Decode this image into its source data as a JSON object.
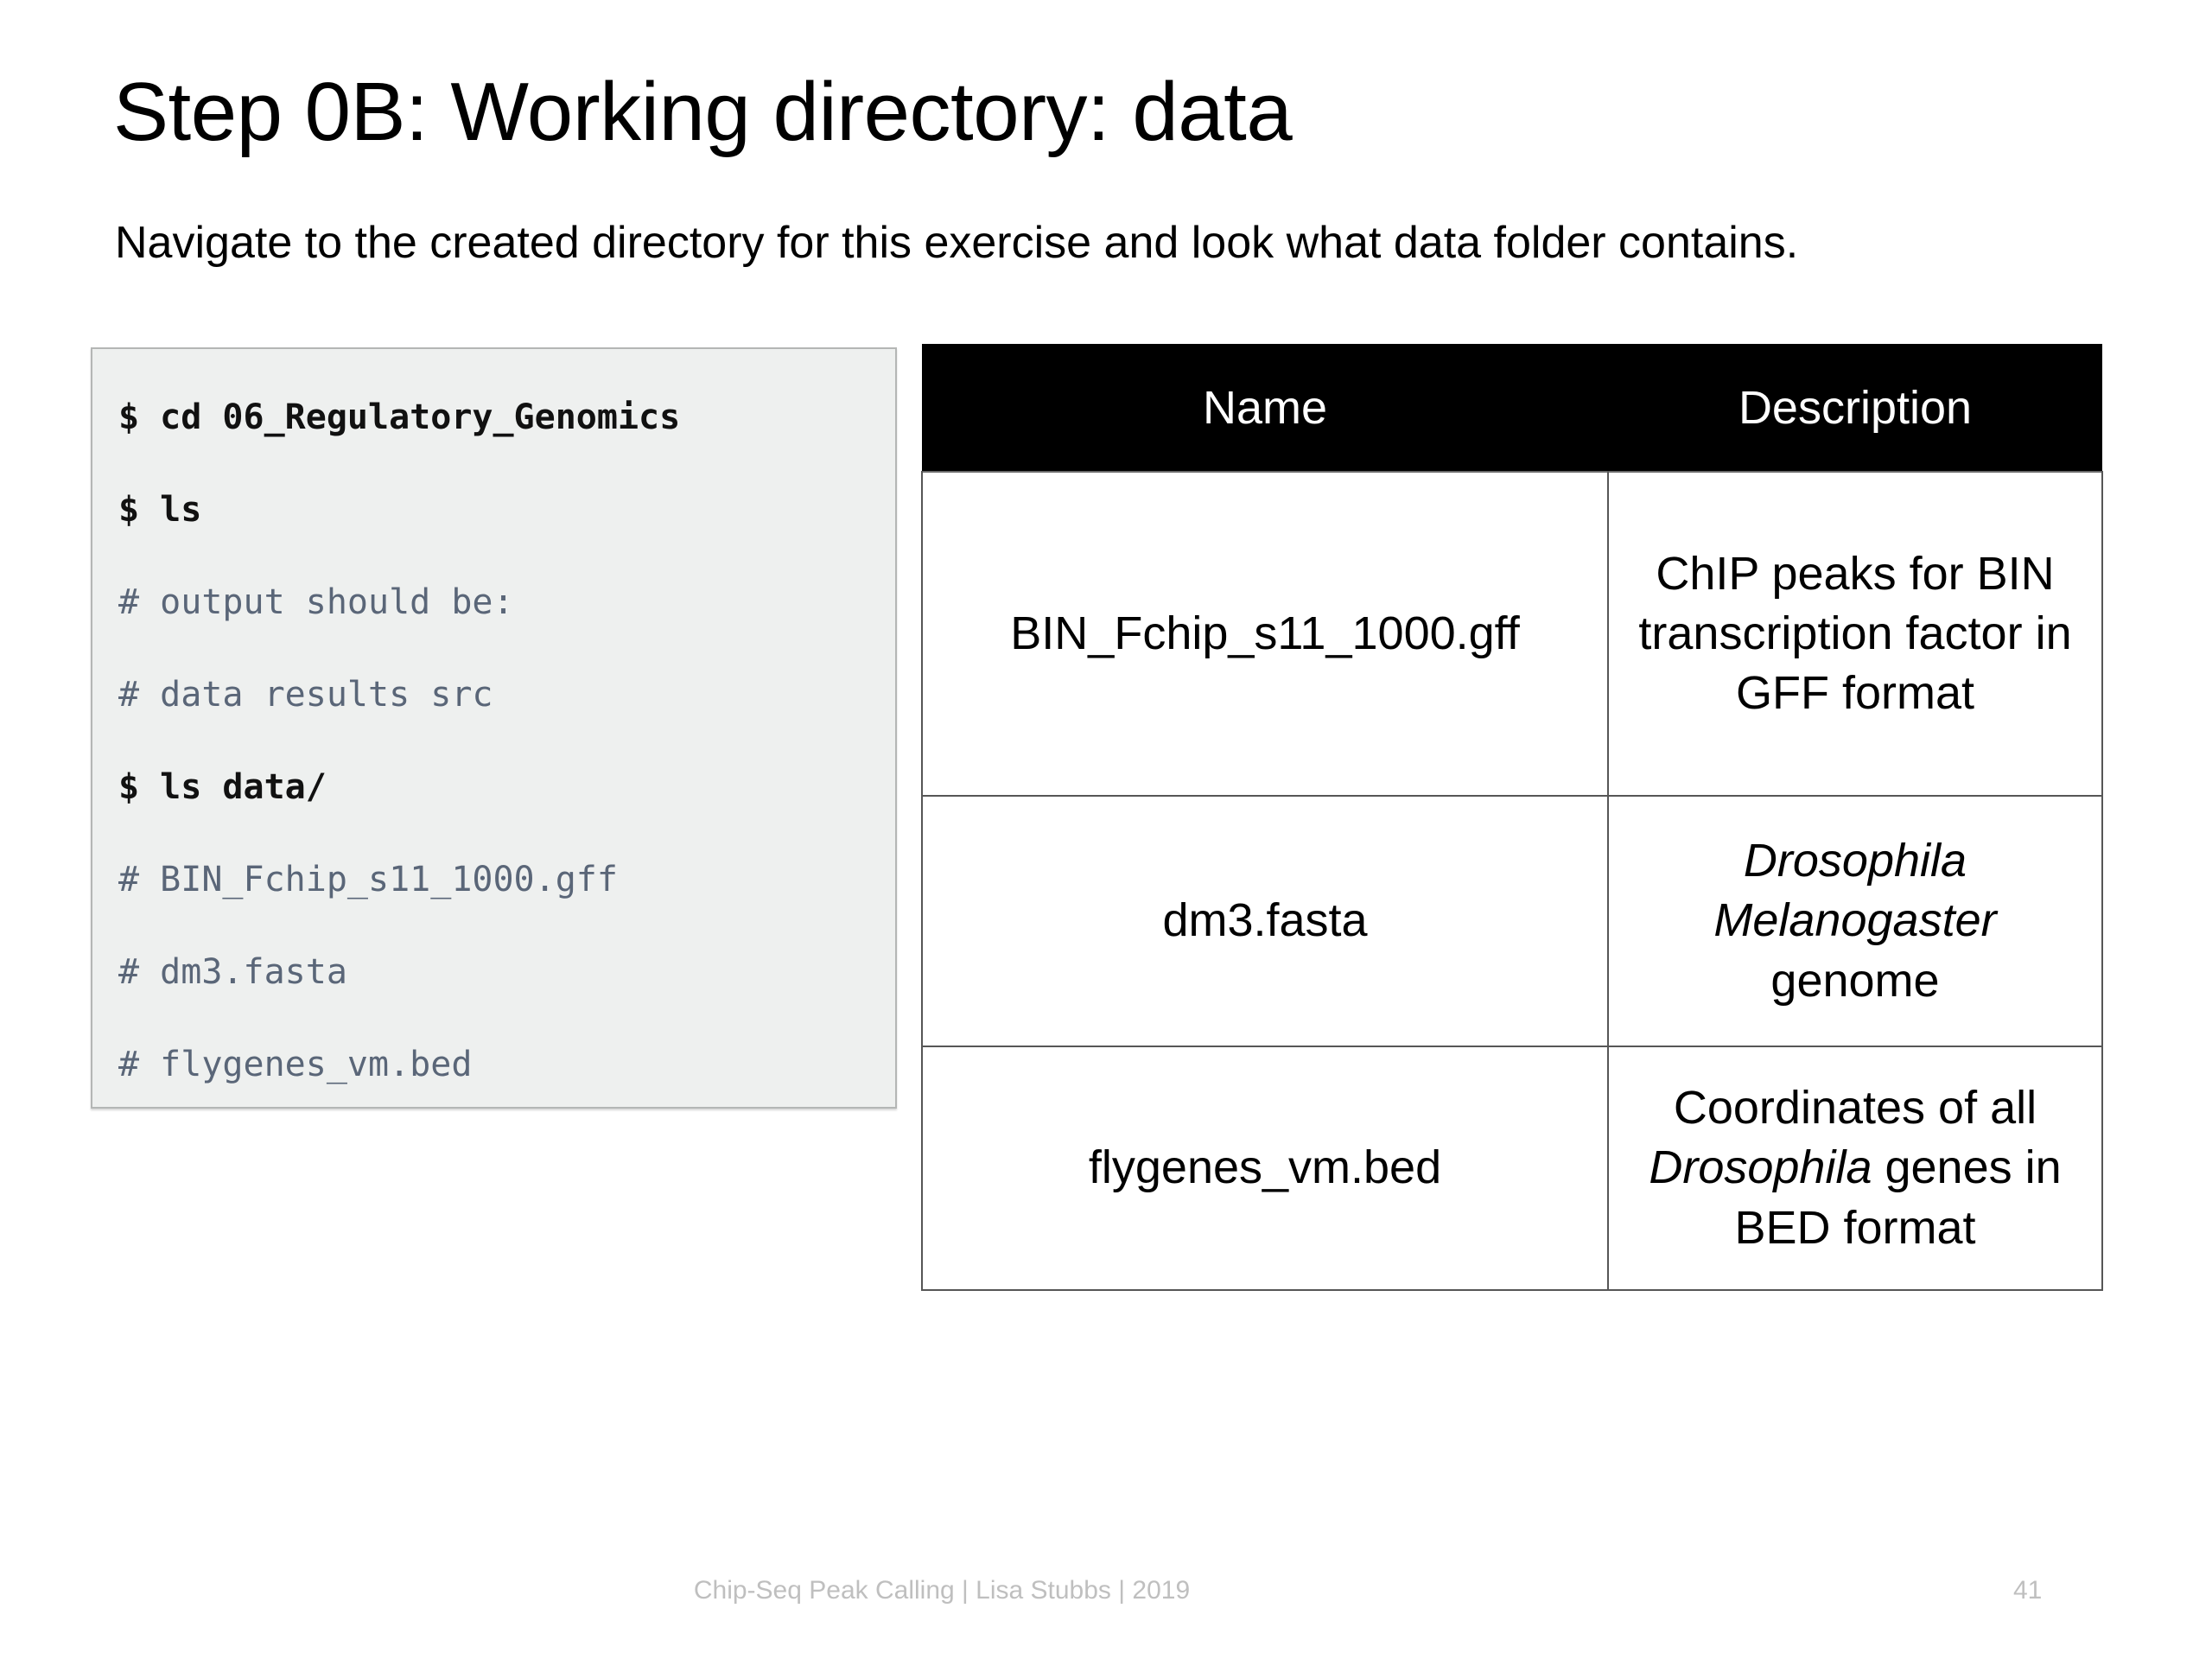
{
  "slide": {
    "title": "Step 0B: Working directory: data",
    "subtitle": "Navigate to the created directory for this exercise and look what data folder contains."
  },
  "code_panel": {
    "lines": [
      {
        "kind": "cmd",
        "text": "$ cd 06_Regulatory_Genomics"
      },
      {
        "kind": "cmd",
        "text": "$ ls"
      },
      {
        "kind": "comment",
        "text": "# output should be:"
      },
      {
        "kind": "comment",
        "text": "# data results src"
      },
      {
        "kind": "cmd",
        "text": "$ ls data/"
      },
      {
        "kind": "comment",
        "text": "# BIN_Fchip_s11_1000.gff"
      },
      {
        "kind": "comment",
        "text": "# dm3.fasta"
      },
      {
        "kind": "comment",
        "text": "# flygenes_vm.bed"
      }
    ],
    "background_color": "#eef0ef",
    "command_color": "#111111",
    "comment_color": "#5a6678"
  },
  "file_table": {
    "header_background": "#000000",
    "header_color": "#ffffff",
    "columns": [
      "Name",
      "Description"
    ],
    "rows": [
      {
        "name": "BIN_Fchip_s11_1000.gff",
        "description_parts": [
          {
            "text": "ChIP peaks for BIN transcription factor in GFF format",
            "italic": false
          }
        ]
      },
      {
        "name": "dm3.fasta",
        "description_parts": [
          {
            "text": "Drosophila Melanogaster",
            "italic": true
          },
          {
            "text": " genome",
            "italic": false
          }
        ]
      },
      {
        "name": "flygenes_vm.bed",
        "description_parts": [
          {
            "text": "Coordinates of all ",
            "italic": false
          },
          {
            "text": "Drosophila",
            "italic": true
          },
          {
            "text": " genes in BED format",
            "italic": false
          }
        ]
      }
    ]
  },
  "footer": {
    "note": "Chip-Seq Peak Calling | Lisa Stubbs | 2019",
    "page_number": "41",
    "color": "#bfbfbf"
  }
}
